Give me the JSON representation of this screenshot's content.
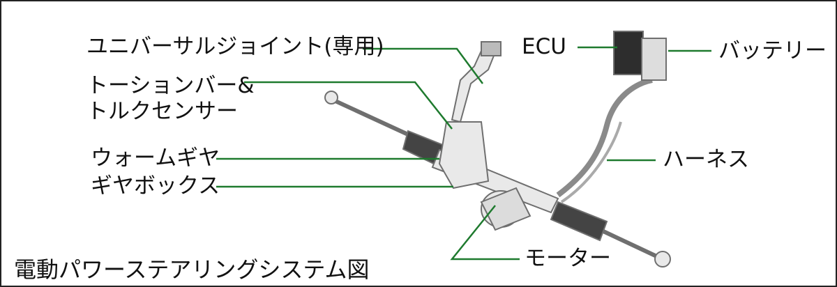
{
  "labels": {
    "universal_joint": "ユニバーサルジョイント(専用)",
    "torsion_bar_line1": "トーションバー&",
    "torsion_bar_line2": "トルクセンサー",
    "worm_gear": "ウォームギヤ",
    "gearbox": "ギヤボックス",
    "ecu": "ECU",
    "battery": "バッテリー",
    "harness": "ハーネス",
    "motor": "モーター"
  },
  "title": "電動パワーステアリングシステム図",
  "colors": {
    "leader_line": "#1e7a2e",
    "border": "#222222",
    "illustration": "#8a8a8a"
  }
}
